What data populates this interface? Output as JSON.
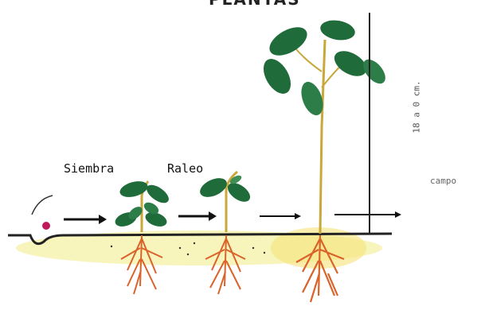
{
  "title": "PLANTAS",
  "labels": {
    "siembra": "Siembra",
    "raleo": "Raleo",
    "campo": "campo",
    "height": "18 a 0 cm."
  },
  "colors": {
    "leaf": "#1f6b3a",
    "leaf_light": "#3f8f57",
    "stem": "#c8a83a",
    "root": "#d9632a",
    "soil": "#f4f0a0",
    "ground_line": "#222222",
    "seed": "#c2185b",
    "arrow": "#111111"
  },
  "stages": [
    "seed",
    "seedling",
    "thinned-seedling",
    "mature-plant"
  ]
}
